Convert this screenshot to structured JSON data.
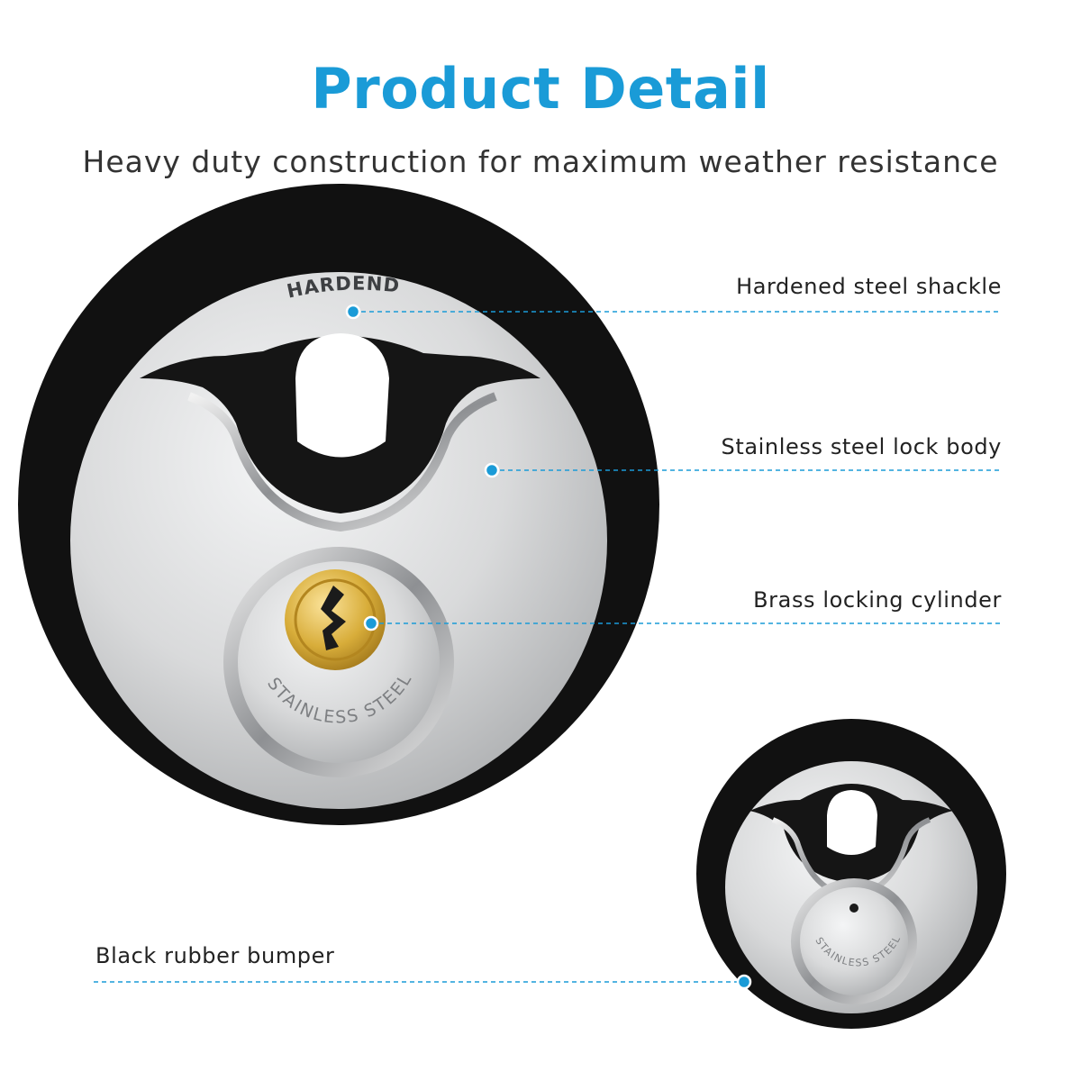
{
  "header": {
    "title": "Product Detail",
    "subtitle": "Heavy duty construction for maximum weather resistance"
  },
  "callouts": [
    {
      "id": "shackle",
      "label": "Hardened steel shackle"
    },
    {
      "id": "body",
      "label": "Stainless steel lock body"
    },
    {
      "id": "cylinder",
      "label": "Brass locking cylinder"
    },
    {
      "id": "bumper",
      "label": "Black rubber bumper"
    }
  ],
  "engravings": {
    "shackle": "HARDEND",
    "large_face": "STAINLESS STEEL",
    "small_face": "STAINLESS STEEL"
  },
  "colors": {
    "accent": "#1a9bd7",
    "rubber": "#111111",
    "steel": "#d9dadb",
    "brass": "#d8ad3a"
  }
}
